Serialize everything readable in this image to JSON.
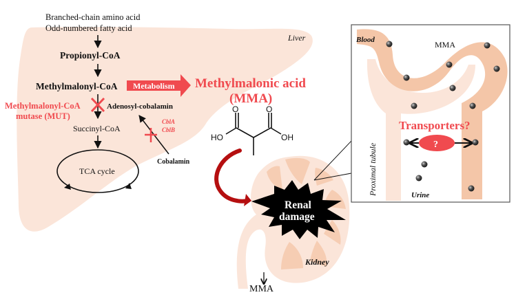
{
  "colors": {
    "liver_fill": "#fbe5d9",
    "kidney_fill": "#fbe5d9",
    "kidney_lobe": "#f6cdb3",
    "tubule_light": "#fbe5d9",
    "vessel_dark": "#f4c6a8",
    "accent_red": "#f04a4f",
    "dark_red": "#b50f10",
    "text": "#111111"
  },
  "liver": {
    "label": "Liver",
    "source_line1": "Branched-chain amino acid",
    "source_line2": "Odd-numbered fatty acid",
    "propionyl": "Propionyl-CoA",
    "methylmalonyl": "Methylmalonyl-CoA",
    "metabolism_arrow": "Metabolism",
    "enzyme_line1": "Methylmalonyl-CoA",
    "enzyme_line2": "mutase (MUT)",
    "adenosyl": "Adenosyl-cobalamin",
    "cbl_line1": "CblA",
    "cbl_line2": "CblB",
    "succinyl": "Succinyl-CoA",
    "cobalamin": "Cobalamin",
    "tca": "TCA cycle"
  },
  "mma": {
    "title_line1": "Methylmalonic acid",
    "title_line2": "(MMA)",
    "ho_label": "HO",
    "oh_label": "OH",
    "o_label": "O"
  },
  "kidney": {
    "label": "Kidney",
    "damage_line1": "Renal",
    "damage_line2": "damage",
    "excretion_label": "MMA"
  },
  "inset": {
    "blood_label": "Blood",
    "mma_label": "MMA",
    "transporters_label": "Transporters?",
    "unknown_label": "?",
    "tubule_label": "Proximal tubule",
    "urine_label": "Urine"
  }
}
